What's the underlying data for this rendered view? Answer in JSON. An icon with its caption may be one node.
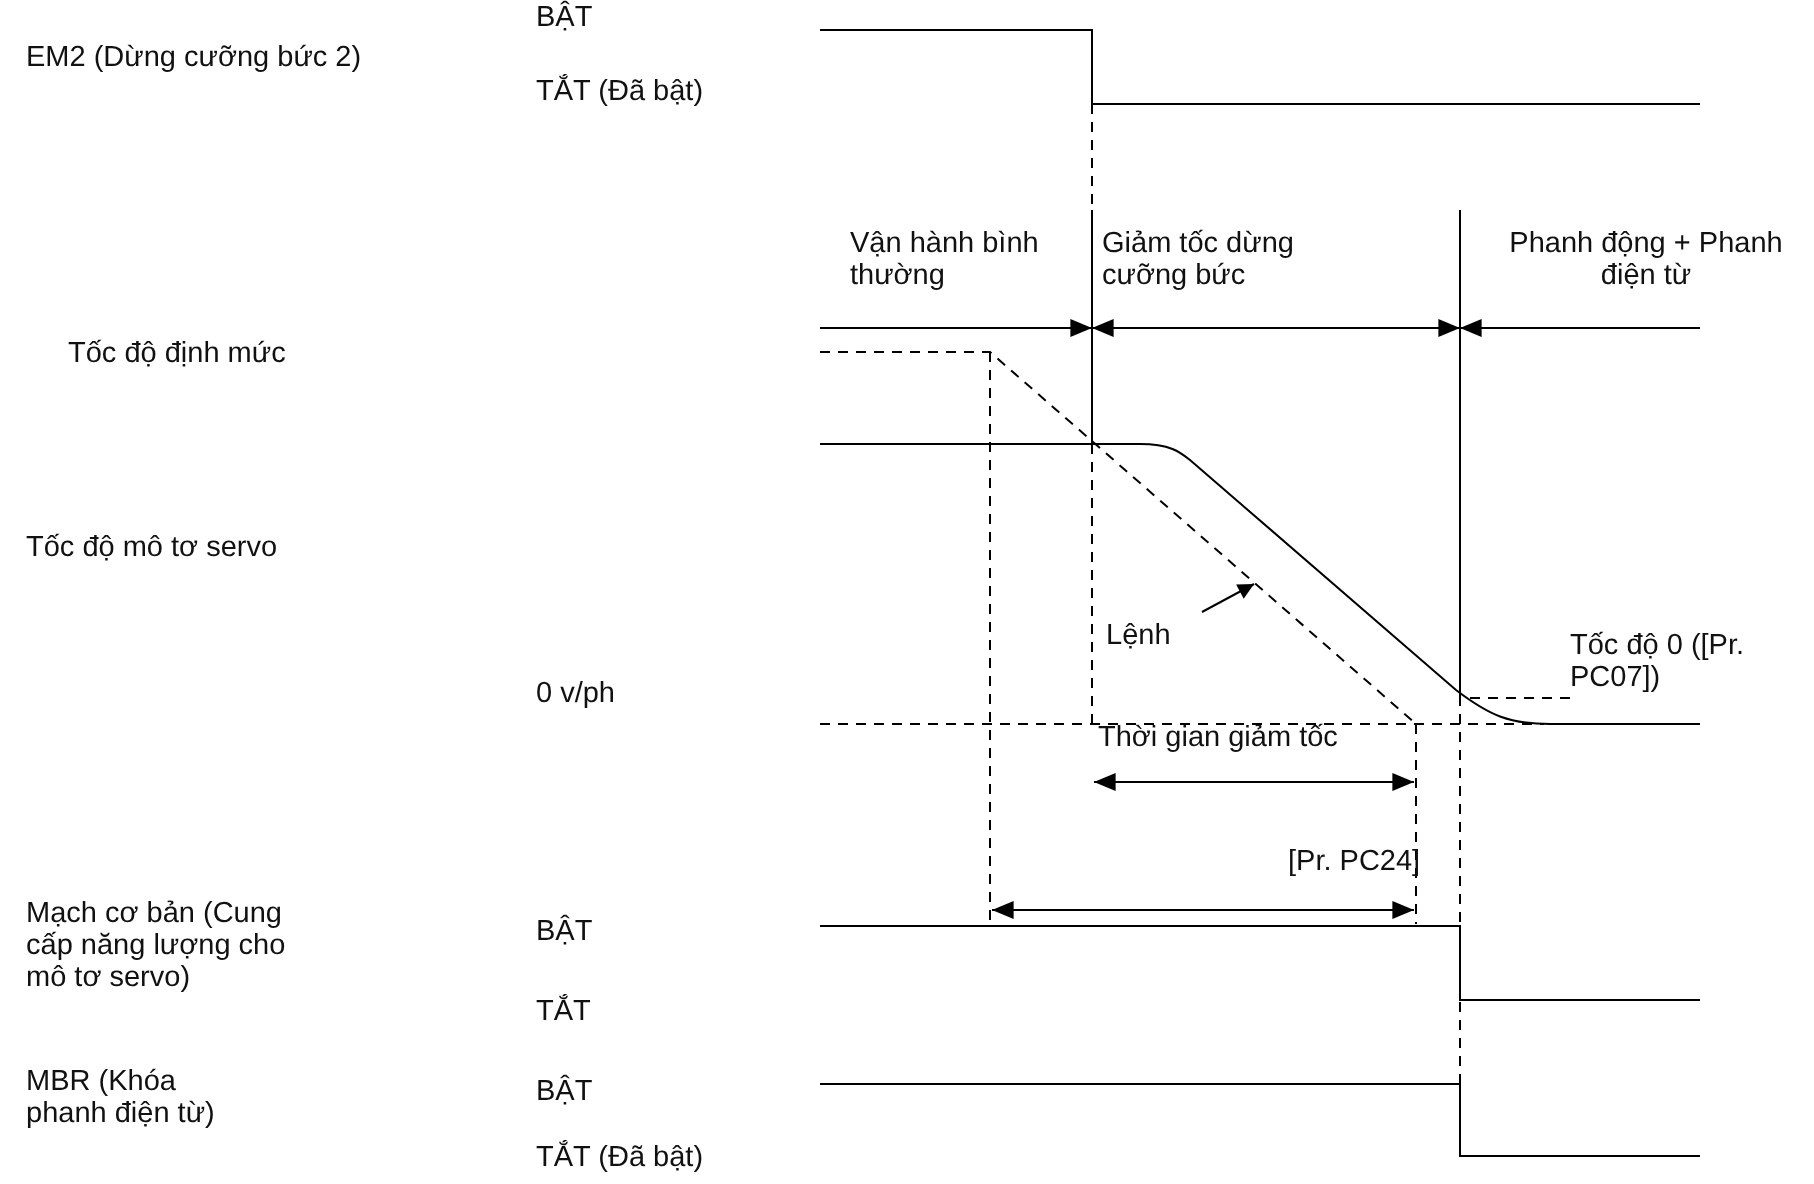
{
  "diagram": {
    "nodes": [
      {
        "text": [
          "Lệnh"
        ]
      },
      {
        "text": [
          "Tốc độ 0 ([Pr. PC07])"
        ]
      }
    ],
    "edges": [
      {
        "from": 0,
        "to": null,
        "arrow": "to"
      },
      {
        "from": 1,
        "to": null,
        "arrow": "none",
        "style": "dashed"
      }
    ],
    "labels": [
      "BẬT",
      "EM2 (Dừng cưỡng bức 2)",
      "TẮT (Đã bật)",
      "Vận hành bình thường",
      "Giảm tốc dừng cưỡng bức",
      "Phanh động + Phanh điện từ",
      "Tốc độ định mức",
      "Tốc độ mô tơ servo",
      "0 v/ph",
      "Thời gian giảm tốc",
      "[Pr. PC24]",
      "Mạch cơ bản (Cung cấp năng lượng cho mô tơ servo)",
      "BẬT",
      "TẮT",
      "MBR (Khóa phanh điện từ)",
      "BẬT",
      "TẮT (Đã bật)"
    ]
  }
}
